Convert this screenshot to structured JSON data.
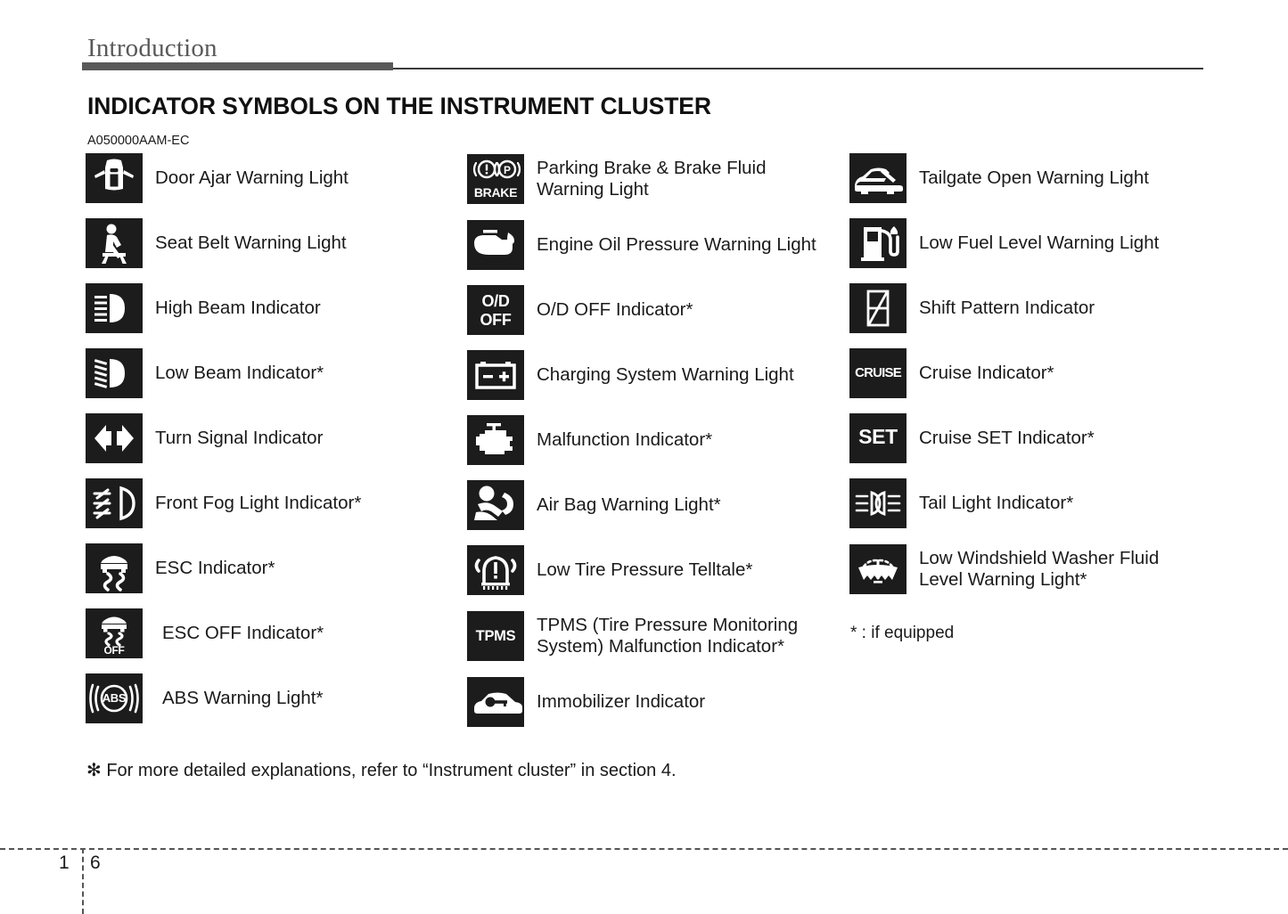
{
  "header": {
    "section_title": "Introduction",
    "page_title": "INDICATOR SYMBOLS ON THE INSTRUMENT CLUSTER",
    "doc_code": "A050000AAM-EC"
  },
  "columns": [
    {
      "id": "col-1",
      "rows": [
        {
          "icon": "door-ajar-icon",
          "label": "Door Ajar Warning Light"
        },
        {
          "icon": "seat-belt-icon",
          "label": "Seat Belt Warning Light"
        },
        {
          "icon": "high-beam-icon",
          "label": "High Beam Indicator"
        },
        {
          "icon": "low-beam-icon",
          "label": "Low Beam Indicator*"
        },
        {
          "icon": "turn-signal-icon",
          "label": "Turn Signal Indicator"
        },
        {
          "icon": "front-fog-light-icon",
          "label": "Front Fog Light Indicator*"
        },
        {
          "icon": "esc-icon",
          "label": "ESC Indicator*"
        },
        {
          "icon": "esc-off-icon",
          "label": "ESC OFF Indicator*",
          "icon_text": "OFF"
        },
        {
          "icon": "abs-icon",
          "label": "ABS Warning Light*",
          "icon_text": "ABS"
        }
      ]
    },
    {
      "id": "col-2",
      "rows": [
        {
          "icon": "parking-brake-icon",
          "label": "Parking Brake & Brake Fluid\nWarning Light",
          "icon_text": "BRAKE"
        },
        {
          "icon": "engine-oil-icon",
          "label": "Engine Oil Pressure Warning Light"
        },
        {
          "icon": "od-off-icon",
          "label": "O/D OFF Indicator*",
          "icon_text": "O/D\nOFF"
        },
        {
          "icon": "charging-system-icon",
          "label": "Charging System Warning Light"
        },
        {
          "icon": "malfunction-icon",
          "label": "Malfunction Indicator*"
        },
        {
          "icon": "air-bag-icon",
          "label": "Air Bag Warning Light*"
        },
        {
          "icon": "low-tire-pressure-icon",
          "label": "Low Tire Pressure Telltale*"
        },
        {
          "icon": "tpms-icon",
          "label": "TPMS (Tire Pressure Monitoring\nSystem) Malfunction Indicator*",
          "icon_text": "TPMS"
        },
        {
          "icon": "immobilizer-icon",
          "label": "Immobilizer Indicator"
        }
      ]
    },
    {
      "id": "col-3",
      "rows": [
        {
          "icon": "tailgate-open-icon",
          "label": "Tailgate Open Warning Light"
        },
        {
          "icon": "low-fuel-icon",
          "label": "Low Fuel Level Warning Light"
        },
        {
          "icon": "shift-pattern-icon",
          "label": "Shift Pattern Indicator"
        },
        {
          "icon": "cruise-icon",
          "label": "Cruise Indicator*",
          "icon_text": "CRUISE"
        },
        {
          "icon": "cruise-set-icon",
          "label": "Cruise SET Indicator*",
          "icon_text": "SET"
        },
        {
          "icon": "tail-light-icon",
          "label": "Tail Light Indicator*"
        },
        {
          "icon": "washer-fluid-icon",
          "label": "Low Windshield Washer Fluid\nLevel Warning Light*"
        }
      ]
    }
  ],
  "notes": {
    "equipped": "* : if equipped",
    "detail": "✻ For more detailed explanations, refer to “Instrument cluster” in section 4."
  },
  "footer": {
    "chapter": "1",
    "page": "6"
  },
  "colors": {
    "icon_background": "#1c1c1c",
    "icon_foreground": "#ffffff",
    "rule": "#595959",
    "text": "#1a1a1a"
  }
}
